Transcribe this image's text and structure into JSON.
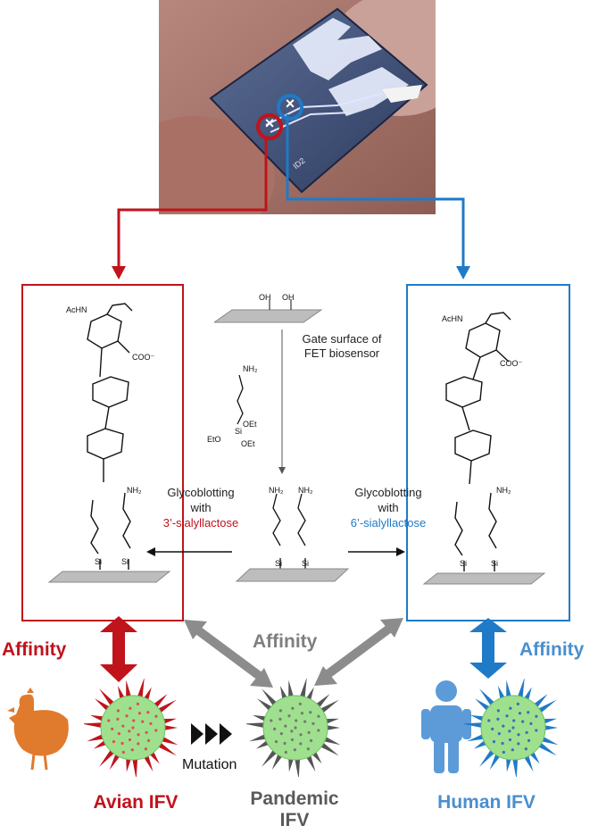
{
  "colors": {
    "avian": "#c0131b",
    "human": "#1f7ac8",
    "neutral": "#808080",
    "virus_body": "#9fe08f"
  },
  "chip_photo": {
    "marker_left": "×",
    "marker_right": "×",
    "chip_id": "ID2"
  },
  "center_panel": {
    "gate_surface_label": "Gate surface of\nFET biosensor",
    "reagent": {
      "nh2": "NH₂",
      "si": "Si",
      "oet_top": "OEt",
      "oet_left": "EtO",
      "oet_right": "OEt"
    },
    "surface_groups": [
      "OH",
      "OH"
    ],
    "amine_groups": [
      "NH₂",
      "NH₂"
    ]
  },
  "left_panel": {
    "step_line1": "Glycoblotting",
    "step_line2": "with",
    "step_line3": "3’-sialyllactose",
    "acHN": "AcHN",
    "coo": "COO⁻",
    "nh2": "NH₂"
  },
  "right_panel": {
    "step_line1": "Glycoblotting",
    "step_line2": "with",
    "step_line3": "6’-sialyllactose",
    "acHN": "AcHN",
    "coo": "COO⁻",
    "nh2": "NH₂"
  },
  "affinity": {
    "left": "Affinity",
    "center": "Affinity",
    "right": "Affinity"
  },
  "mutation_label": "Mutation",
  "viruses": {
    "avian": "Avian IFV",
    "pandemic_line1": "Pandemic",
    "pandemic_line2": "IFV",
    "human": "Human IFV"
  }
}
